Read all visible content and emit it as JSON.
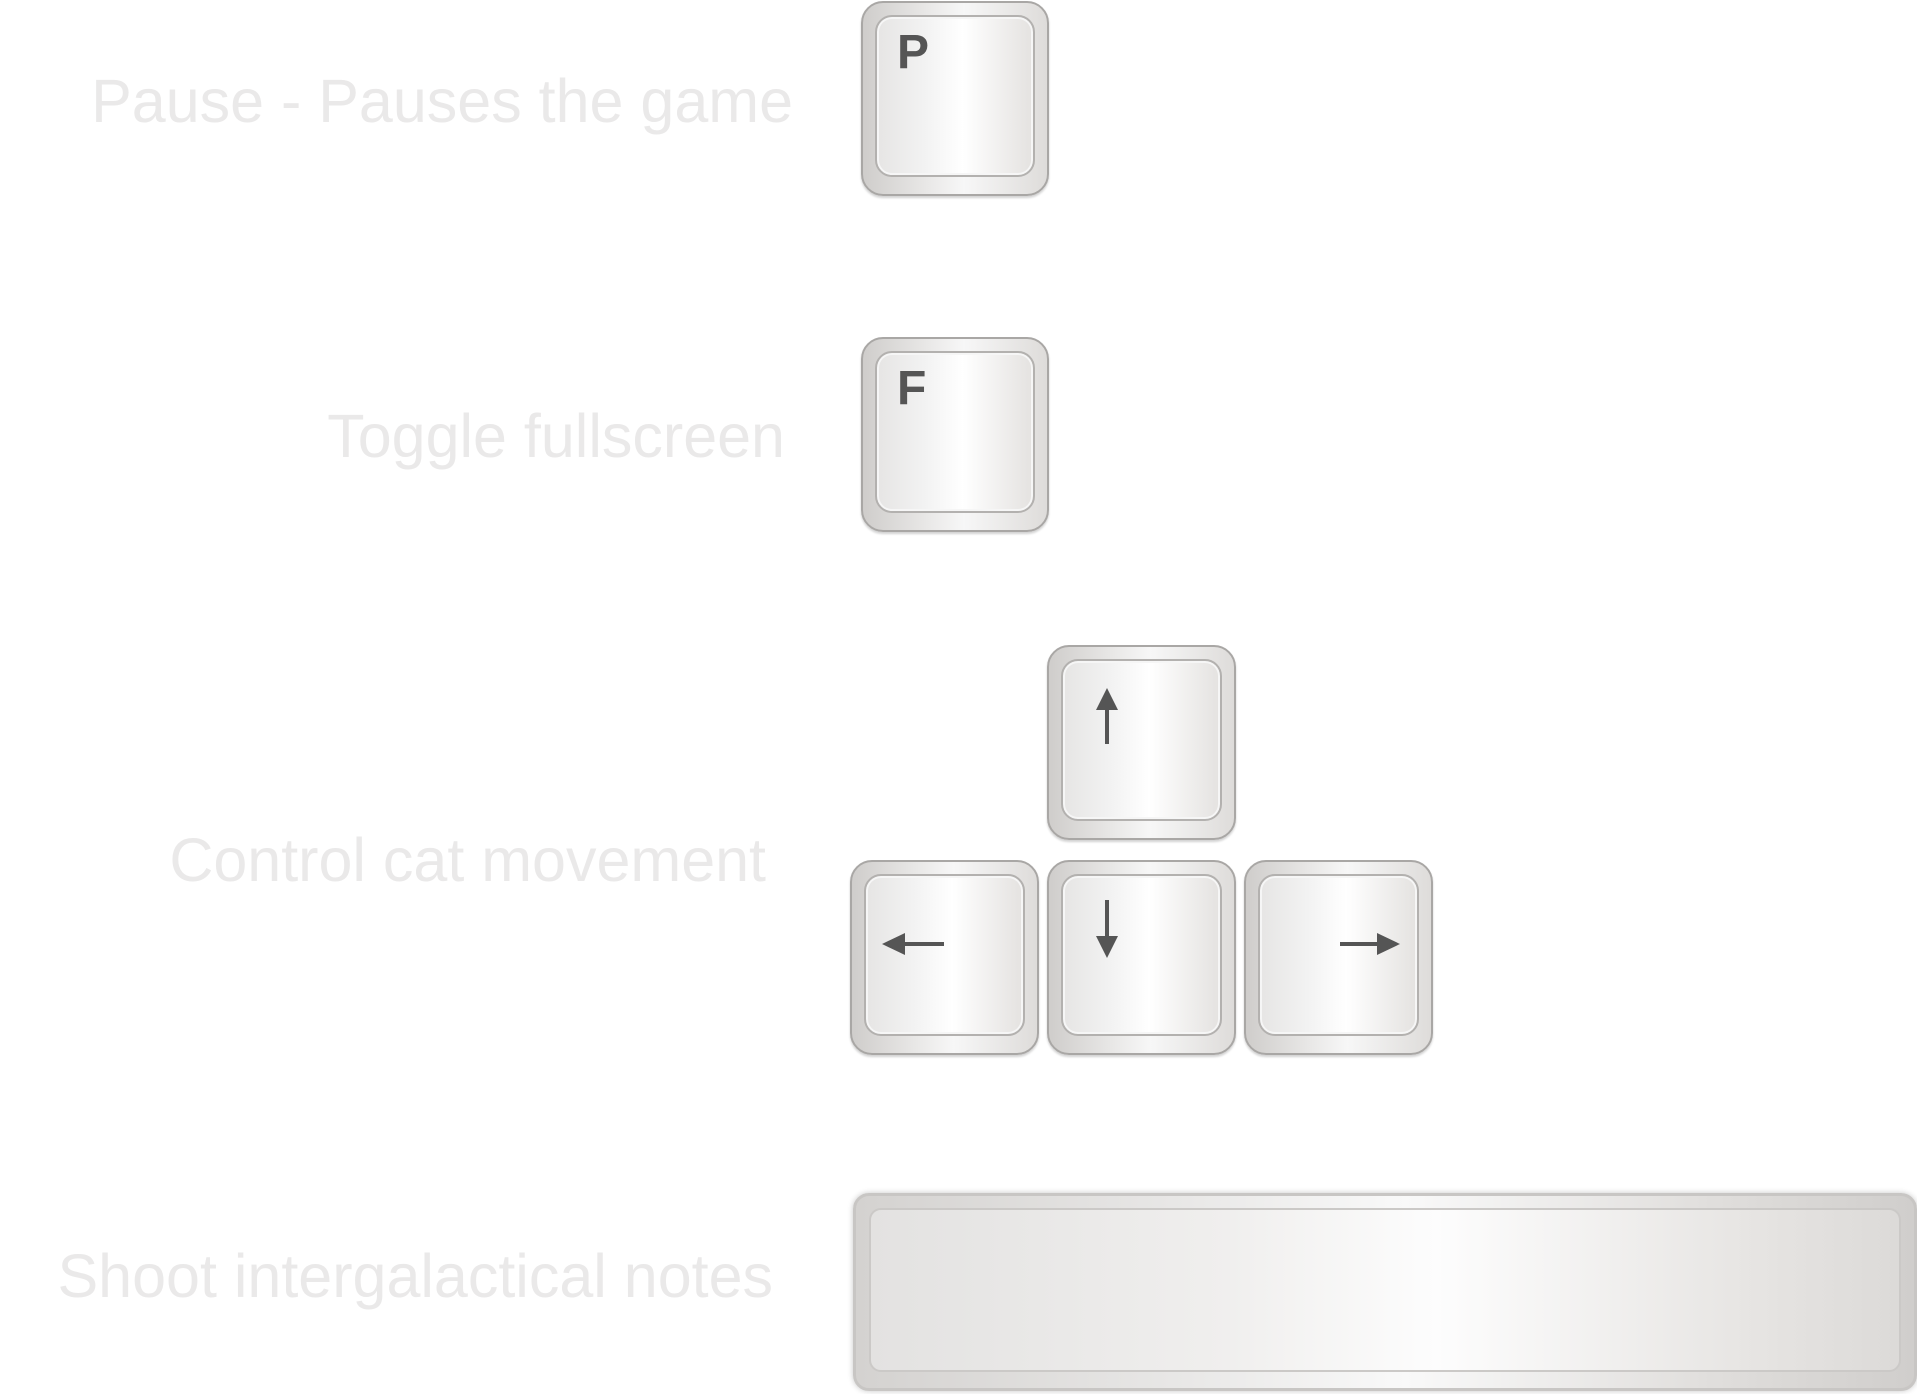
{
  "controls": {
    "pause": {
      "label": "Pause - Pauses the game",
      "key": "P"
    },
    "fullscreen": {
      "label": "Toggle fullscreen",
      "key": "F"
    },
    "movement": {
      "label": "Control cat movement",
      "keys": {
        "up": "arrow-up-icon",
        "left": "arrow-left-icon",
        "down": "arrow-down-icon",
        "right": "arrow-right-icon"
      }
    },
    "shoot": {
      "label": "Shoot intergalactical notes",
      "key": "space"
    }
  },
  "colors": {
    "label_text": "#eae9e9",
    "key_glyph": "#555555",
    "background": "#ffffff"
  }
}
